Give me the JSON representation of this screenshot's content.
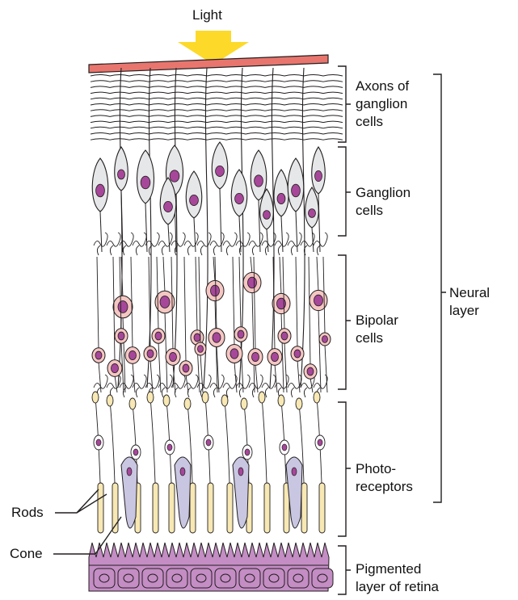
{
  "light_label": "Light",
  "layers": [
    {
      "id": "axons",
      "lines": [
        "Axons of",
        "ganglion",
        "cells"
      ]
    },
    {
      "id": "ganglion",
      "lines": [
        "Ganglion",
        "cells"
      ]
    },
    {
      "id": "bipolar",
      "lines": [
        "Bipolar",
        "cells"
      ]
    },
    {
      "id": "photoreceptors",
      "lines": [
        "Photo-",
        "receptors"
      ]
    },
    {
      "id": "pigmented",
      "lines": [
        "Pigmented",
        "layer of retina"
      ]
    }
  ],
  "group_label": {
    "lines": [
      "Neural",
      "layer"
    ]
  },
  "left_labels": {
    "rods": "Rods",
    "cone": "Cone"
  },
  "colors": {
    "arrow": "#FDD92A",
    "membrane": "#E8766E",
    "ganglion_cell": "#E6E7E8",
    "nucleus": "#A7479A",
    "bipolar_cell": "#F5C7C2",
    "rod": "#F7E8B4",
    "cone": "#C9C6E2",
    "pigment": "#C48DC4",
    "outline": "#231F20"
  }
}
